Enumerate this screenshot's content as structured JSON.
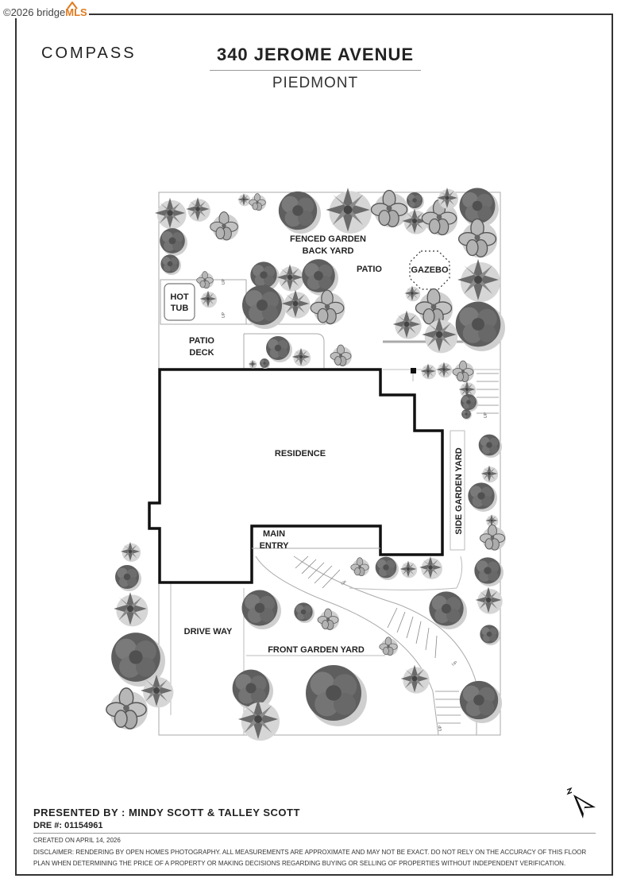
{
  "watermark": {
    "copyright": "©2026 bridge",
    "mls": "MLS"
  },
  "brand": {
    "logo_text": "COMPASS"
  },
  "header": {
    "title": "340 JEROME AVENUE",
    "subtitle": "PIEDMONT"
  },
  "plan": {
    "labels": {
      "fenced_garden_1": "FENCED GARDEN",
      "fenced_garden_2": "BACK YARD",
      "patio": "PATIO",
      "gazebo": "GAZEBO",
      "hot_tub_1": "HOT",
      "hot_tub_2": "TUB",
      "patio_deck_1": "PATIO",
      "patio_deck_2": "DECK",
      "residence": "RESIDENCE",
      "side_garden": "SIDE GARDEN YARD",
      "main_entry_1": "MAIN",
      "main_entry_2": "ENTRY",
      "drive_way": "DRIVE WAY",
      "front_garden": "FRONT GARDEN YARD",
      "up": "UP"
    }
  },
  "footer": {
    "presented_by": "PRESENTED BY : MINDY SCOTT & TALLEY SCOTT",
    "dre": "DRE #: 01154961",
    "created": "CREATED ON APRIL 14, 2026",
    "disclaimer": "DISCLAIMER: RENDERING BY OPEN HOMES PHOTOGRAPHY. ALL MEASUREMENTS ARE APPROXIMATE AND MAY NOT BE EXACT. DO NOT RELY ON THE ACCURACY OF THIS FLOOR PLAN WHEN DETERMINING THE PRICE OF A PROPERTY OR MAKING DECISIONS REGARDING BUYING OR SELLING OF PROPERTIES WITHOUT INDEPENDENT VERIFICATION."
  },
  "colors": {
    "plant_dark": "#5a5a5a",
    "plant_light": "#bdbdbd",
    "wall": "#111111",
    "mls_orange": "#e07a1f"
  }
}
